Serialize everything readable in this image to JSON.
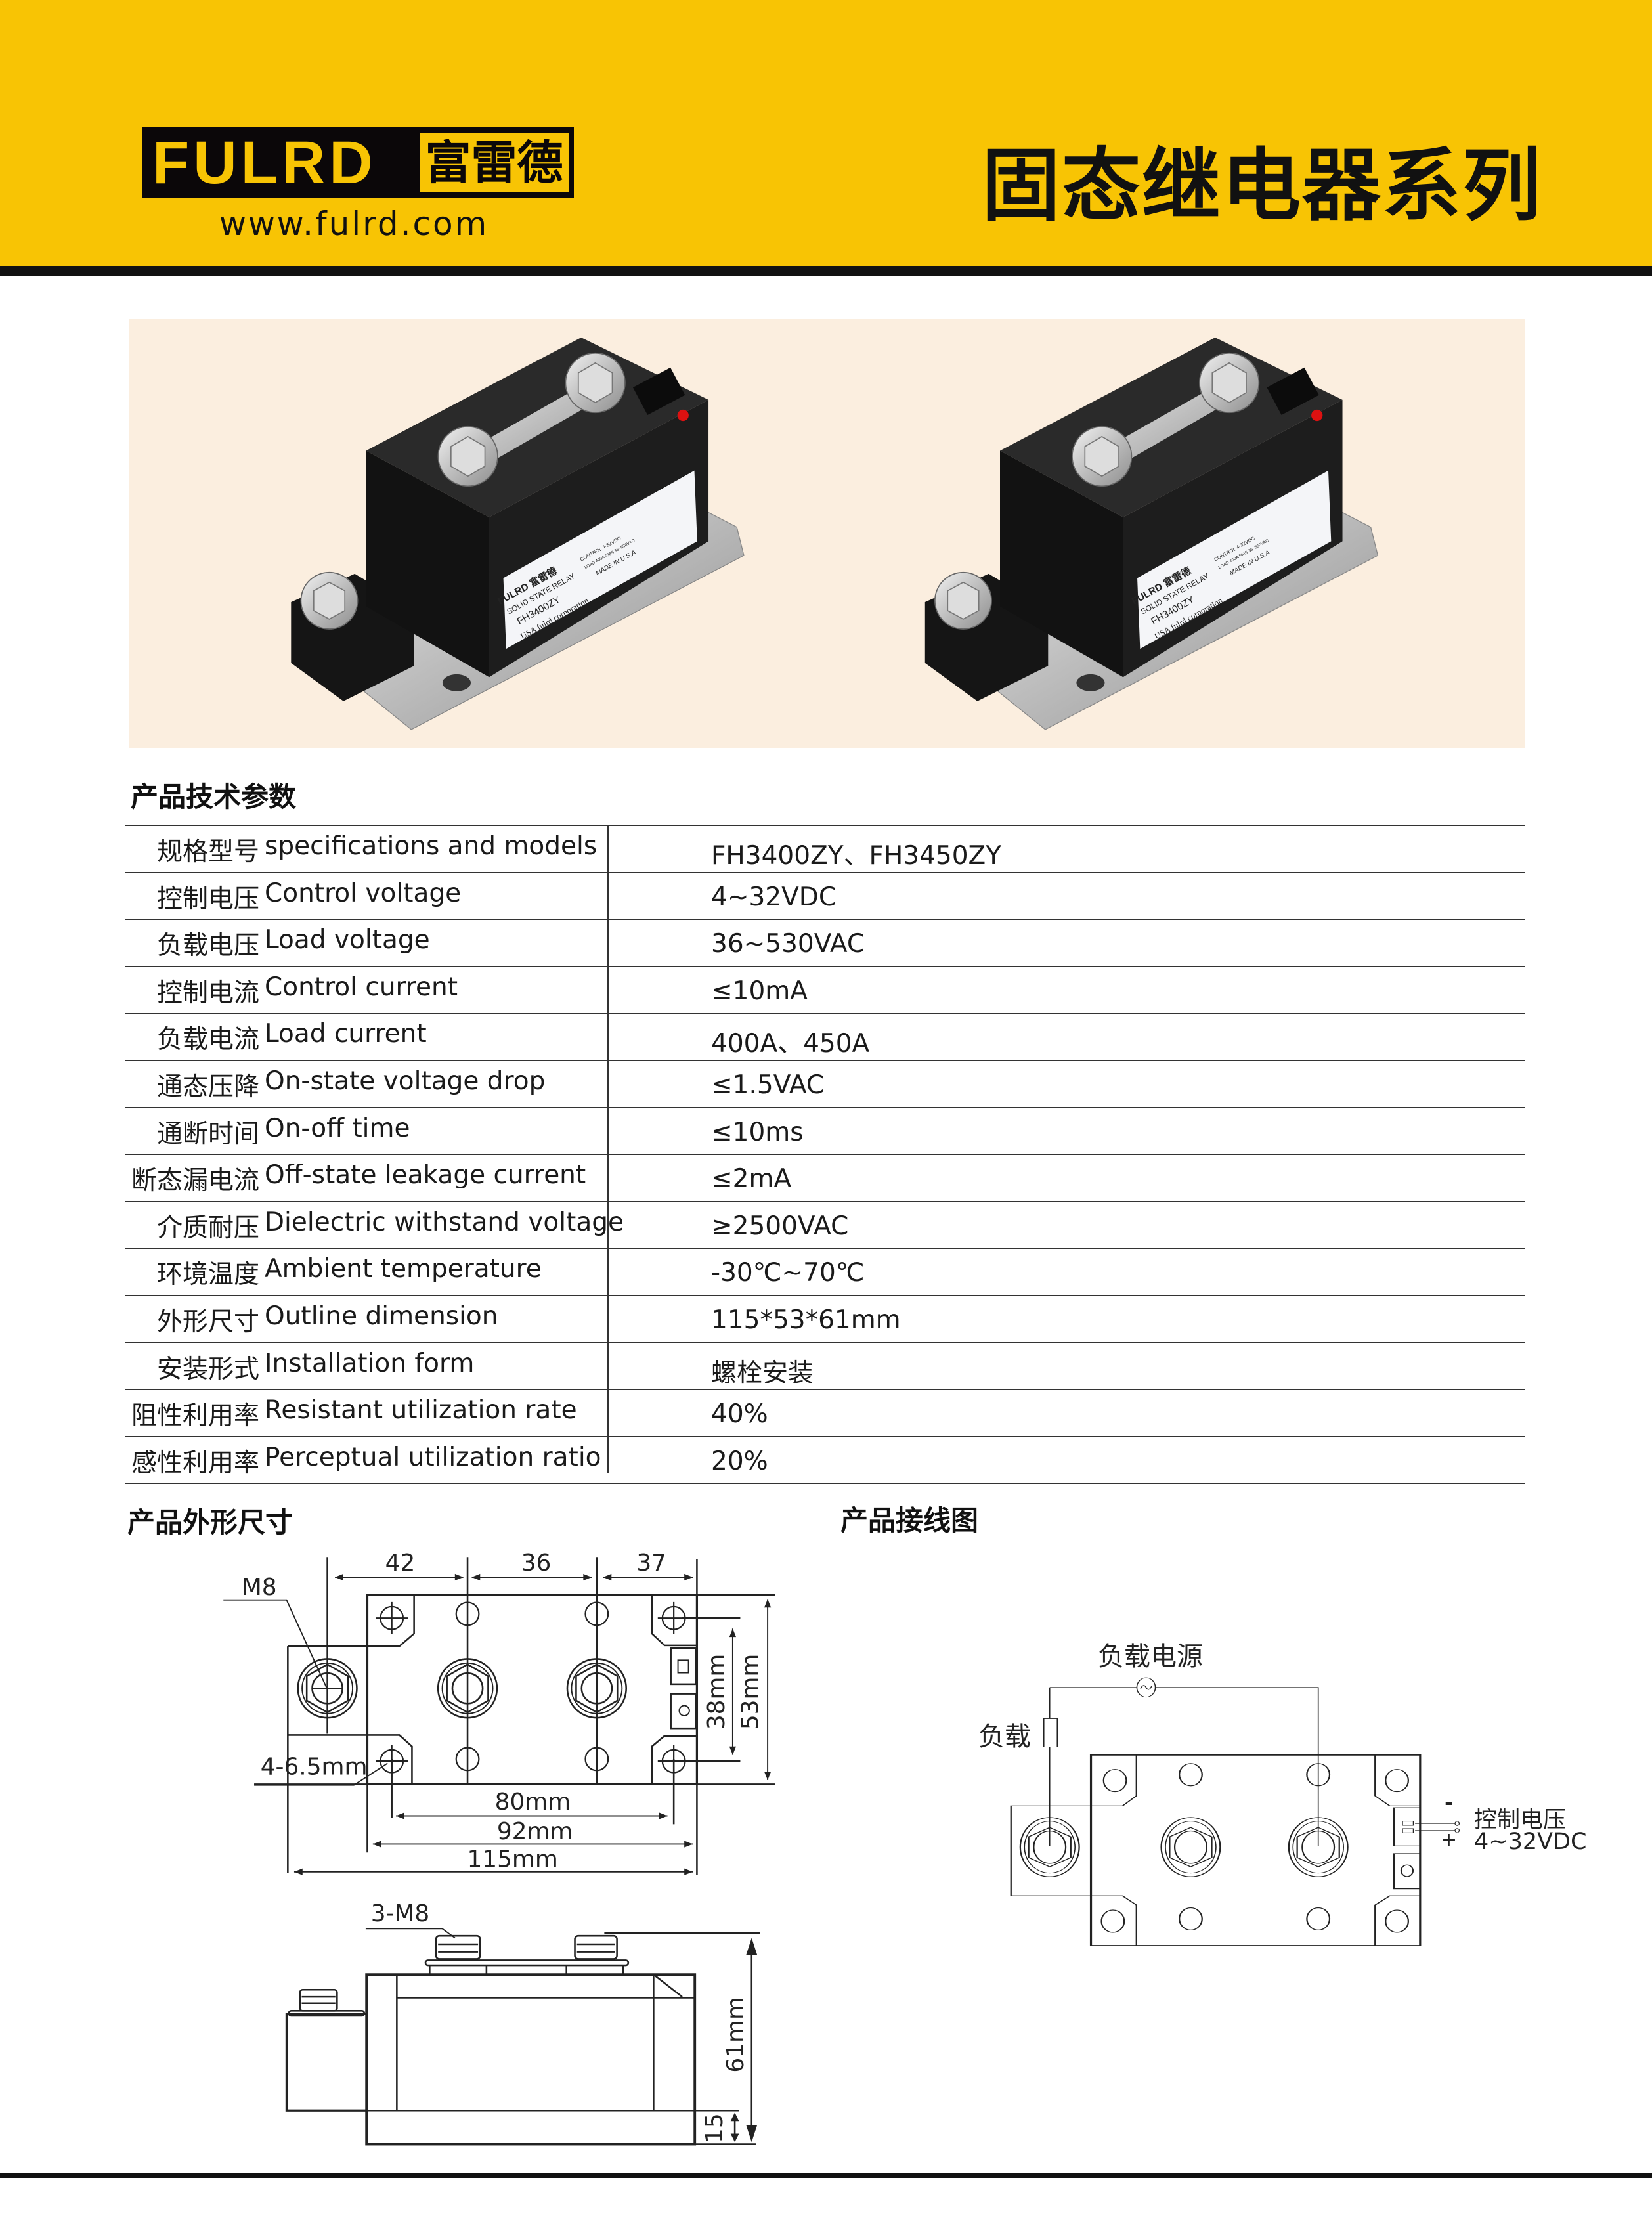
{
  "header": {
    "logo_en": "FULRD",
    "logo_cn": "富雷德",
    "url": "www.fulrd.com",
    "title": "固态继电器系列",
    "brand_color": "#f8c404"
  },
  "product_label": {
    "brand": "FULRD 富雷德",
    "type": "SOLID STATE RELAY",
    "model": "FH3400ZY",
    "maker": "USA fulrd corporation",
    "origin": "MADE IN U.S.A",
    "control": "CONTROL 4-32VDC",
    "load": "LOAD 400A RMS 36~530VAC"
  },
  "specs": {
    "title": "产品技术参数",
    "rows": [
      {
        "cn": "规格型号",
        "en": "specifications and models",
        "value": "FH3400ZY、FH3450ZY"
      },
      {
        "cn": "控制电压",
        "en": "Control voltage",
        "value": "4~32VDC"
      },
      {
        "cn": "负载电压",
        "en": "Load voltage",
        "value": "36~530VAC"
      },
      {
        "cn": "控制电流",
        "en": "Control current",
        "value": "≤10mA"
      },
      {
        "cn": "负载电流",
        "en": "Load current",
        "value": "400A、450A"
      },
      {
        "cn": "通态压降",
        "en": "On-state voltage drop",
        "value": "≤1.5VAC"
      },
      {
        "cn": "通断时间",
        "en": "On-off time",
        "value": "≤10ms"
      },
      {
        "cn": "断态漏电流",
        "en": "Off-state leakage current",
        "value": "≤2mA"
      },
      {
        "cn": "介质耐压",
        "en": "Dielectric withstand voltage",
        "value": "≥2500VAC"
      },
      {
        "cn": "环境温度",
        "en": "Ambient temperature",
        "value": "-30℃~70℃"
      },
      {
        "cn": "外形尺寸",
        "en": "Outline dimension",
        "value": "115*53*61mm"
      },
      {
        "cn": "安装形式",
        "en": "Installation form",
        "value": "螺栓安装"
      },
      {
        "cn": "阻性利用率",
        "en": "Resistant utilization rate",
        "value": "40%"
      },
      {
        "cn": "感性利用率",
        "en": "Perceptual utilization ratio",
        "value": "20%"
      }
    ]
  },
  "dimensions": {
    "title": "产品外形尺寸",
    "d42": "42",
    "d36": "36",
    "d37": "37",
    "m8": "M8",
    "holes": "4-6.5mm",
    "d80": "80mm",
    "d92": "92mm",
    "d115": "115mm",
    "d38": "38mm",
    "d53": "53mm",
    "m8x3": "3-M8",
    "d61": "61mm",
    "d15": "15"
  },
  "wiring": {
    "title": "产品接线图",
    "power": "负载电源",
    "load": "负载",
    "minus": "-",
    "plus": "+",
    "control_label": "控制电压",
    "control_value": "4~32VDC"
  }
}
